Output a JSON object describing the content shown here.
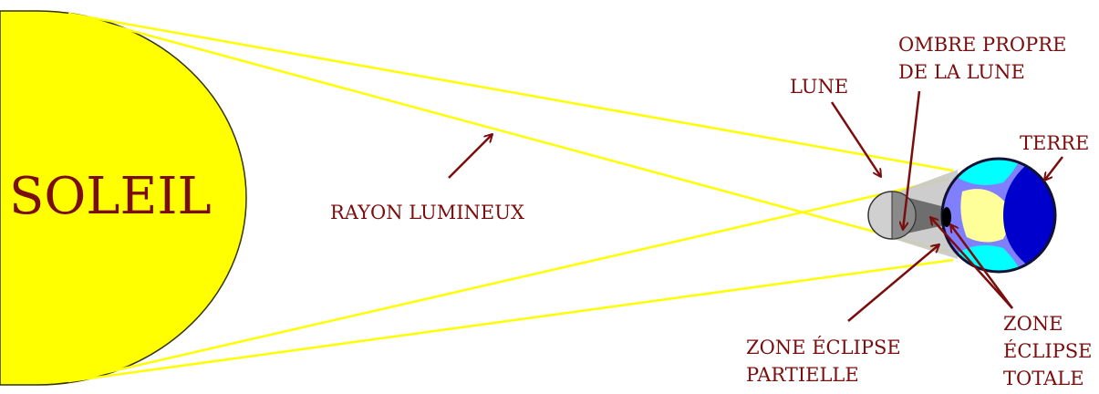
{
  "labels": {
    "sun": "SOLEIL",
    "ray": "RAYON LUMINEUX",
    "moon": "LUNE",
    "moon_shadow_line1": "OMBRE PROPRE",
    "moon_shadow_line2": "DE LA LUNE",
    "earth": "TERRE",
    "partial_line1": "ZONE ÉCLIPSE",
    "partial_line2": "PARTIELLE",
    "total_line1": "ZONE",
    "total_line2": "ÉCLIPSE",
    "total_line3": "TOTALE"
  },
  "colors": {
    "sun": "#ffff00",
    "ray": "#ffff00",
    "label_text": "#7a0d0d",
    "arrow": "#7a0d0d",
    "moon": "#d0d0d0",
    "moon_dark_side": "#888888",
    "penumbra": "#c0c0c0",
    "umbra": "#777777",
    "earth_outline": "#111133",
    "earth_base": "#8080ff",
    "earth_ocean": "#0000cc",
    "earth_light": "#00ffff",
    "earth_land": "#ffff99",
    "total_spot": "#000000"
  }
}
